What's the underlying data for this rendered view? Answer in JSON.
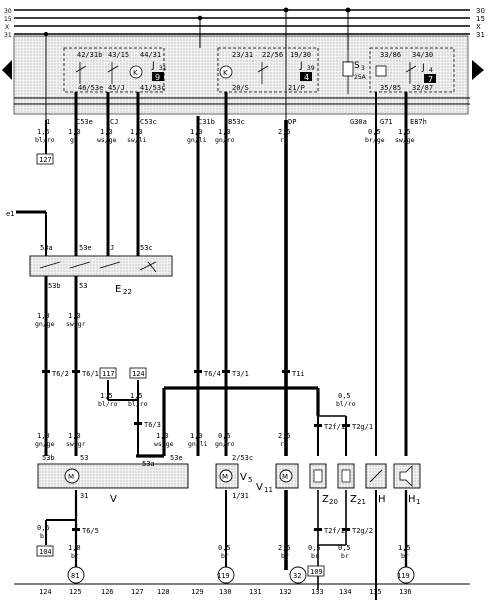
{
  "bus_lines": {
    "l30": "30",
    "l15": "15",
    "lx": "X",
    "l31": "31"
  },
  "left_bus": {
    "a": "30",
    "b": "15",
    "c": "X",
    "d": "31"
  },
  "relays": {
    "j31": {
      "name": "J",
      "sub": "31",
      "num": "9",
      "pins_top": "42/31b",
      "pins_top2": "43/15",
      "pins_top3": "44/31",
      "pins_bot1": "46/53e",
      "pins_bot2": "45/J",
      "pins_bot3": "41/53c"
    },
    "j39": {
      "name": "J",
      "sub": "39",
      "num": "4",
      "pins_top1": "23/31",
      "pins_top2": "22/56",
      "pins_top3": "19/30",
      "pins_bot1": "20/S",
      "pins_bot2": "21/P"
    },
    "j4": {
      "name": "J",
      "sub": "4",
      "num": "7",
      "pins_top1": "33/86",
      "pins_top2": "34/30",
      "pins_bot1": "35/85",
      "pins_bot2": "32/87"
    },
    "s3": {
      "name": "S",
      "sub": "3",
      "amp": "25A"
    }
  },
  "connectors": {
    "c1": "1",
    "c2": "C53e",
    "c3": "CJ",
    "c4": "C53c",
    "c5": "C31b",
    "c6": "B53c",
    "c7": "DP",
    "c8": "G30a",
    "c9": "G71",
    "c10": "E87h"
  },
  "wires_top": [
    {
      "size": "1,5",
      "color": "bl/ro"
    },
    {
      "size": "1,0",
      "color": "gn"
    },
    {
      "size": "1,0",
      "color": "ws/ge"
    },
    {
      "size": "1,0",
      "color": "sw/li"
    },
    {
      "size": "1,0",
      "color": "gn/li"
    },
    {
      "size": "1,0",
      "color": "gn/ro"
    },
    {
      "size": "2,5",
      "color": "ro"
    },
    {
      "size": "0,5",
      "color": "br/ge"
    },
    {
      "size": "1,5",
      "color": "sw/ge"
    }
  ],
  "ref_boxes": {
    "r127": "127",
    "r117": "117",
    "r124": "124",
    "r104": "104",
    "r109": "109"
  },
  "switch_e22": {
    "name": "E",
    "sub": "22",
    "pin_a": "53a",
    "pin_e": "53e",
    "pin_j": "J",
    "pin_c": "53c",
    "pin_b": "53b",
    "pin_53": "53"
  },
  "e1_label": "e1",
  "mid_wires": [
    {
      "size": "1,0",
      "color": "gn/ge"
    },
    {
      "size": "1,0",
      "color": "sw/gr"
    }
  ],
  "t_connectors": {
    "t6_2": "T6/2",
    "t6_1": "T6/1",
    "t6_3": "T6/3",
    "t6_4": "T6/4",
    "t3_1": "T3/1",
    "t1i": "T1i",
    "t2f_1": "T2f/1",
    "t2g_1": "T2g/1",
    "t6_5": "T6/5",
    "t2f_2": "T2f/2",
    "t2g_2": "T2g/2"
  },
  "lower_wires": [
    {
      "size": "1,5",
      "color": "bl/ro"
    },
    {
      "size": "1,5",
      "color": "bl/ro"
    },
    {
      "size": "1,0",
      "color": "gn/ge"
    },
    {
      "size": "1,0",
      "color": "sw/gr"
    },
    {
      "size": "1,0",
      "color": "ws/ge"
    },
    {
      "size": "1,0",
      "color": "gn/li"
    },
    {
      "size": "0,5",
      "color": "gn/ro"
    },
    {
      "size": "2,5",
      "color": "ro"
    },
    {
      "size": "0,5",
      "color": "bl/ro"
    }
  ],
  "components": {
    "v": "V",
    "v_pins": {
      "a": "53b",
      "b": "53",
      "c": "53a",
      "d": "53e",
      "e": "31"
    },
    "v5": "V",
    "v5_sub": "5",
    "v5_pin": "2/53c",
    "v5_pin2": "1/31",
    "v11": "V",
    "v11_sub": "11",
    "z20": "Z",
    "z20_sub": "20",
    "z21": "Z",
    "z21_sub": "21",
    "h": "H",
    "h1": "H",
    "h1_sub": "1"
  },
  "bottom_wires": [
    {
      "size": "0,5",
      "color": "br"
    },
    {
      "size": "1,0",
      "color": "br"
    },
    {
      "size": "0,5",
      "color": "br"
    },
    {
      "size": "2,5",
      "color": "br"
    },
    {
      "size": "0,5",
      "color": "br"
    },
    {
      "size": "0,5",
      "color": "br"
    },
    {
      "size": "1,5",
      "color": "br"
    }
  ],
  "ground_points": {
    "g81": "81",
    "g119a": "119",
    "g32": "32",
    "g119b": "119"
  },
  "ruler": [
    "124",
    "125",
    "126",
    "127",
    "128",
    "129",
    "130",
    "131",
    "132",
    "133",
    "134",
    "135",
    "136"
  ]
}
